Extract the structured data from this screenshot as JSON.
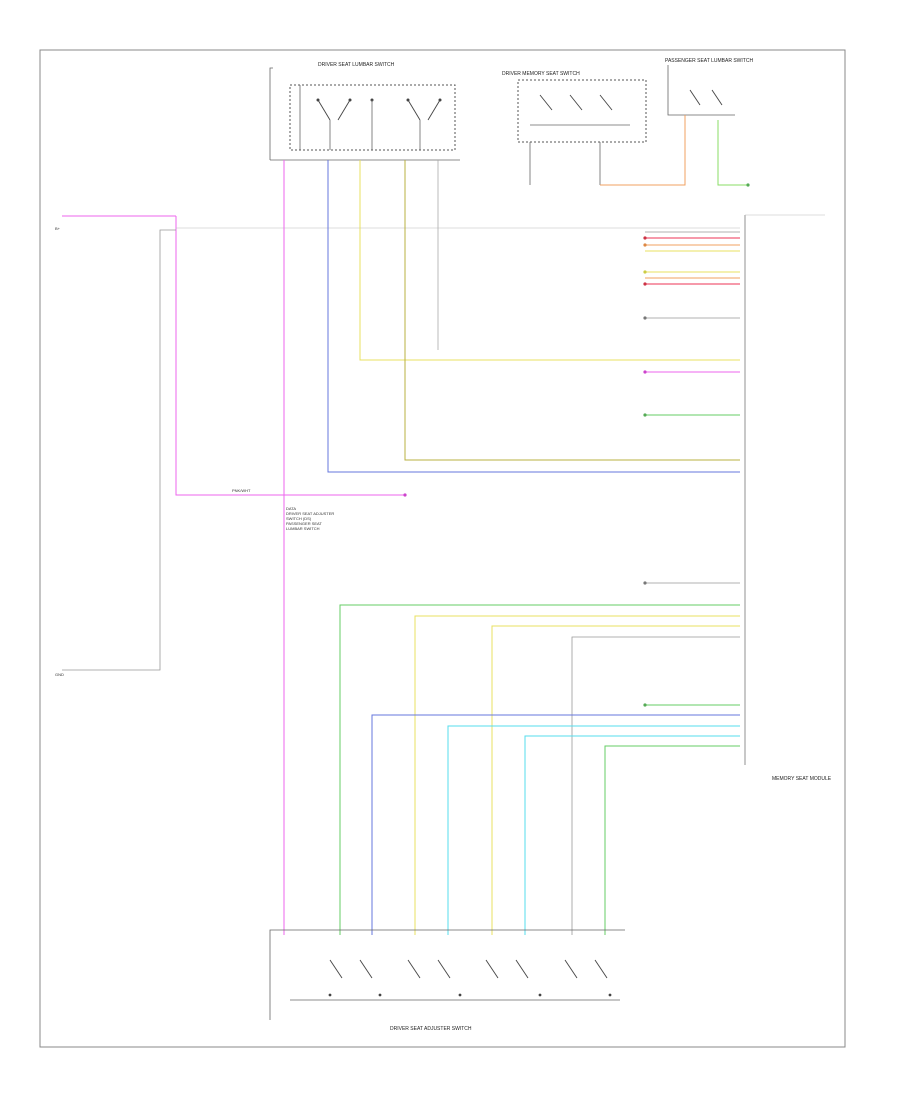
{
  "diagram": {
    "footer_code": "",
    "components": {
      "lumbar_switch": "DRIVER SEAT LUMBAR SWITCH",
      "memory_switch": "DRIVER MEMORY SEAT SWITCH",
      "passenger_switch": "PASSENGER SEAT LUMBAR SWITCH",
      "adjuster_switch": "DRIVER SEAT ADJUSTER SWITCH",
      "module": "MEMORY SEAT MODULE"
    },
    "left_feed_top": "B+",
    "left_feed_bottom": "GND",
    "splice_label": "PNK/WHT",
    "splice_note": [
      "DATA",
      "DRIVER SEAT ADJUSTER",
      "SWITCH (DS)",
      "PASSENGER SEAT",
      "LUMBAR SWITCH"
    ],
    "wire_colors": {
      "pink": "#ee66ee",
      "blue": "#6677dd",
      "yellow": "#e8e060",
      "olive": "#b8b040",
      "green": "#66cc66",
      "lt_green": "#88dd66",
      "cyan": "#55ddee",
      "orange": "#f0a060",
      "red": "#ee3355",
      "gray": "#999999"
    }
  }
}
